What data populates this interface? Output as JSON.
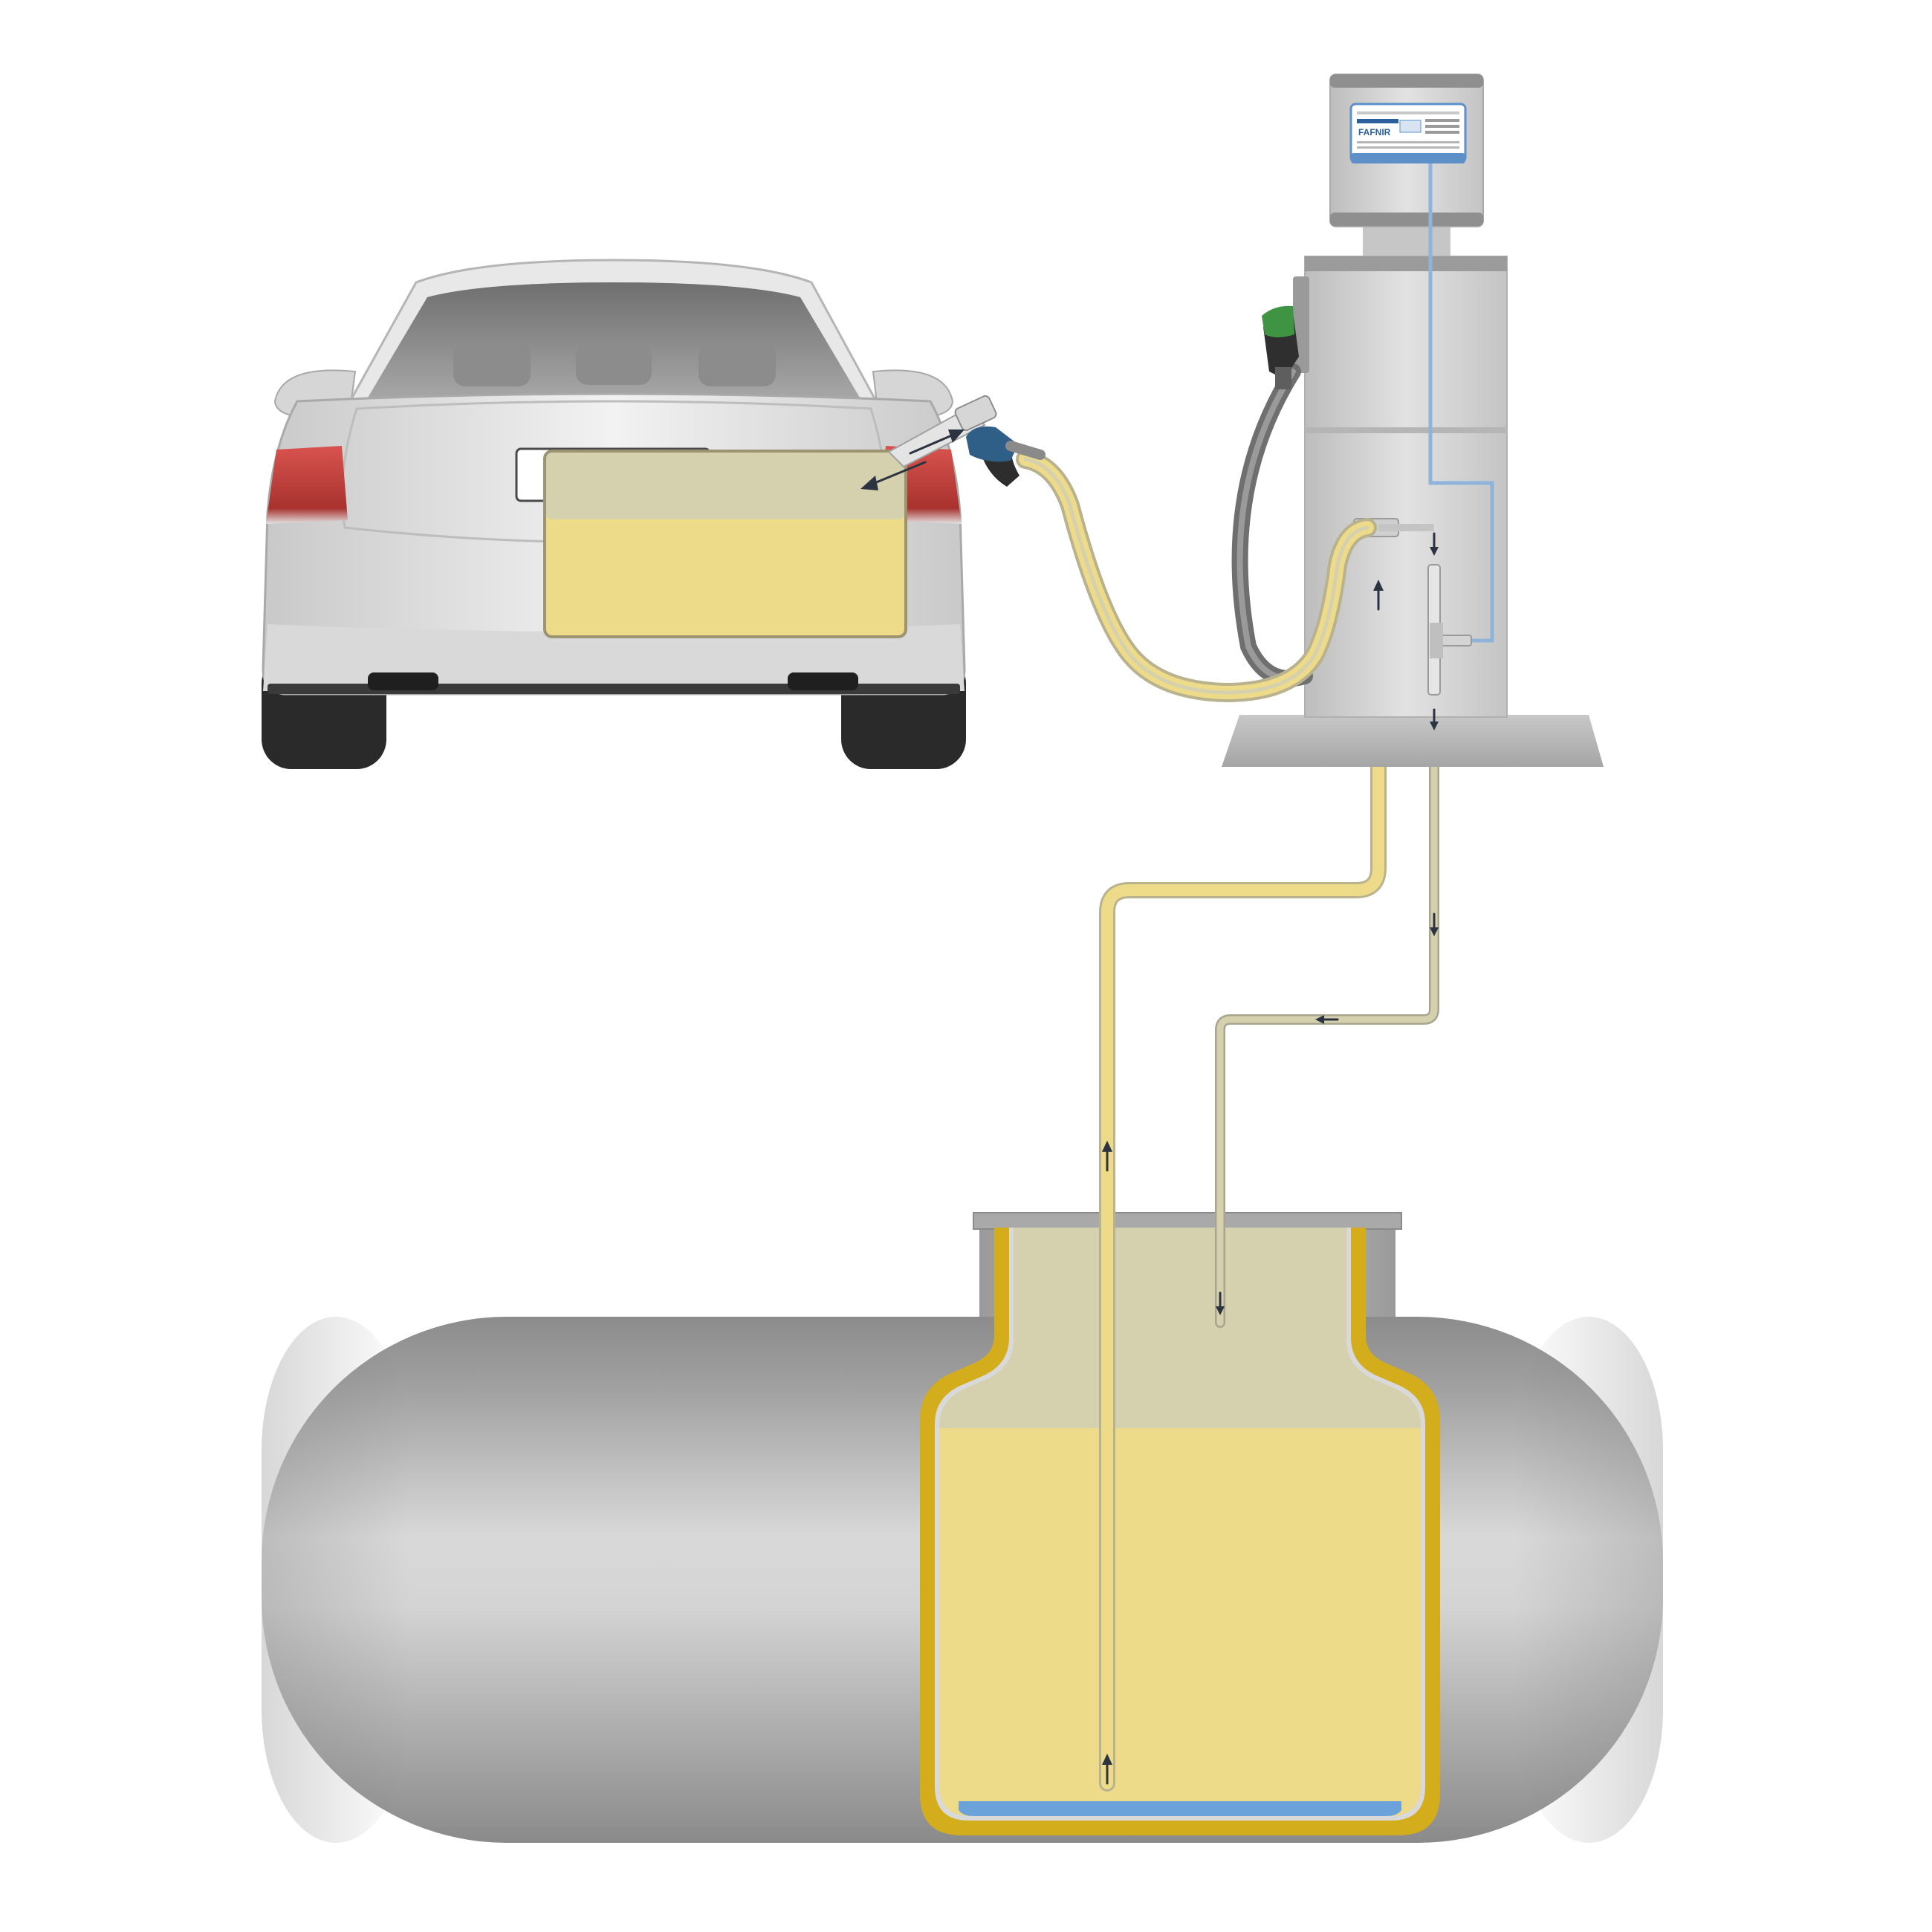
{
  "diagram": {
    "brand_label": "FAFNIR",
    "colors": {
      "fuel": "#EDDB89",
      "vapour": "#D5D1AE",
      "tank_wall": "#D4AD1C",
      "water": "#6BA2DA",
      "tank_steel": "#A9A9A9",
      "car_body": "#E3E3E3",
      "dispenser": "#D2D2D2",
      "nozzle_pump": "#3F9443",
      "nozzle_car": "#2F5F86",
      "signal_line": "#8FB3D9"
    },
    "icons": {
      "car": "car-rear-view",
      "dispenser": "fuel-dispenser",
      "nozzle": "fuel-nozzle",
      "tank": "underground-storage-tank",
      "monitor": "vapour-recovery-monitor",
      "arrow": "flow-arrow"
    }
  }
}
